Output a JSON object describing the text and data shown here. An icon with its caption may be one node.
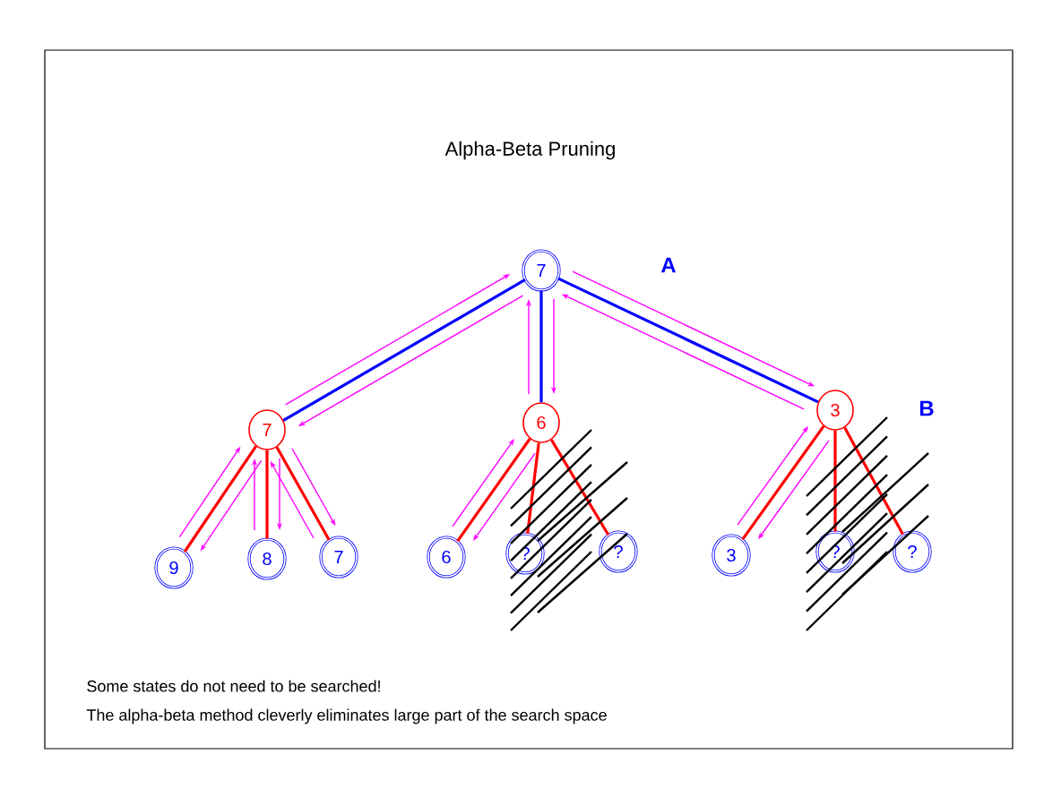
{
  "diagram": {
    "title": "Alpha-Beta Pruning",
    "nodes": [
      {
        "text": [
          "7"
        ]
      },
      {
        "text": [
          "7"
        ]
      },
      {
        "text": [
          "6"
        ]
      },
      {
        "text": [
          "3"
        ]
      },
      {
        "text": [
          "9"
        ]
      },
      {
        "text": [
          "8"
        ]
      },
      {
        "text": [
          "7"
        ]
      },
      {
        "text": [
          "6"
        ]
      },
      {
        "text": [
          "?"
        ]
      },
      {
        "text": [
          "?"
        ]
      },
      {
        "text": [
          "3"
        ]
      },
      {
        "text": [
          "?"
        ]
      },
      {
        "text": [
          "?"
        ]
      }
    ],
    "edges": [
      {
        "from": 0,
        "to": 1,
        "arrow": "none",
        "color": "#0000ff"
      },
      {
        "from": 0,
        "to": 2,
        "arrow": "none",
        "color": "#0000ff"
      },
      {
        "from": 0,
        "to": 3,
        "arrow": "none",
        "color": "#0000ff"
      },
      {
        "from": 1,
        "to": 4,
        "arrow": "none"
      },
      {
        "from": 1,
        "to": 5,
        "arrow": "none"
      },
      {
        "from": 1,
        "to": 6,
        "arrow": "none"
      },
      {
        "from": 2,
        "to": 7,
        "arrow": "none"
      },
      {
        "from": 2,
        "to": 8,
        "arrow": "none"
      },
      {
        "from": 2,
        "to": 9,
        "arrow": "none"
      },
      {
        "from": 3,
        "to": 10,
        "arrow": "none"
      },
      {
        "from": 3,
        "to": 11,
        "arrow": "none"
      },
      {
        "from": 3,
        "to": 12,
        "arrow": "none"
      }
    ],
    "labels": [
      "A",
      "B",
      "Some states do not need to be searched!",
      "The alpha-beta method cleverly eliminates large part of the search space"
    ]
  }
}
